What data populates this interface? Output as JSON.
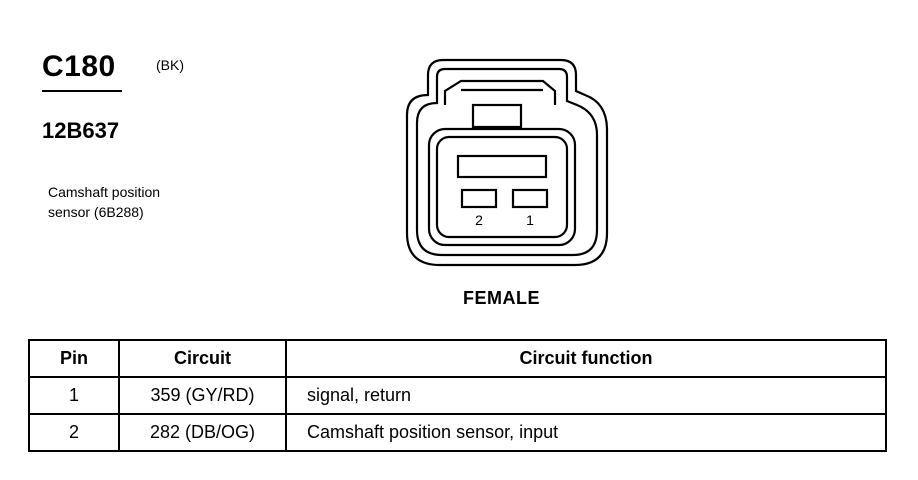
{
  "connector": {
    "id": "C180",
    "color_code": "(BK)",
    "part_number": "12B637",
    "description_line1": "Camshaft position",
    "description_line2": "sensor (6B288)"
  },
  "diagram": {
    "view": "FEMALE",
    "pin_labels": [
      "2",
      "1"
    ]
  },
  "table": {
    "headers": [
      "Pin",
      "Circuit",
      "Circuit function"
    ],
    "rows": [
      {
        "pin": "1",
        "circuit": "359 (GY/RD)",
        "function": "signal, return"
      },
      {
        "pin": "2",
        "circuit": "282 (DB/OG)",
        "function": "Camshaft position sensor, input"
      }
    ]
  }
}
